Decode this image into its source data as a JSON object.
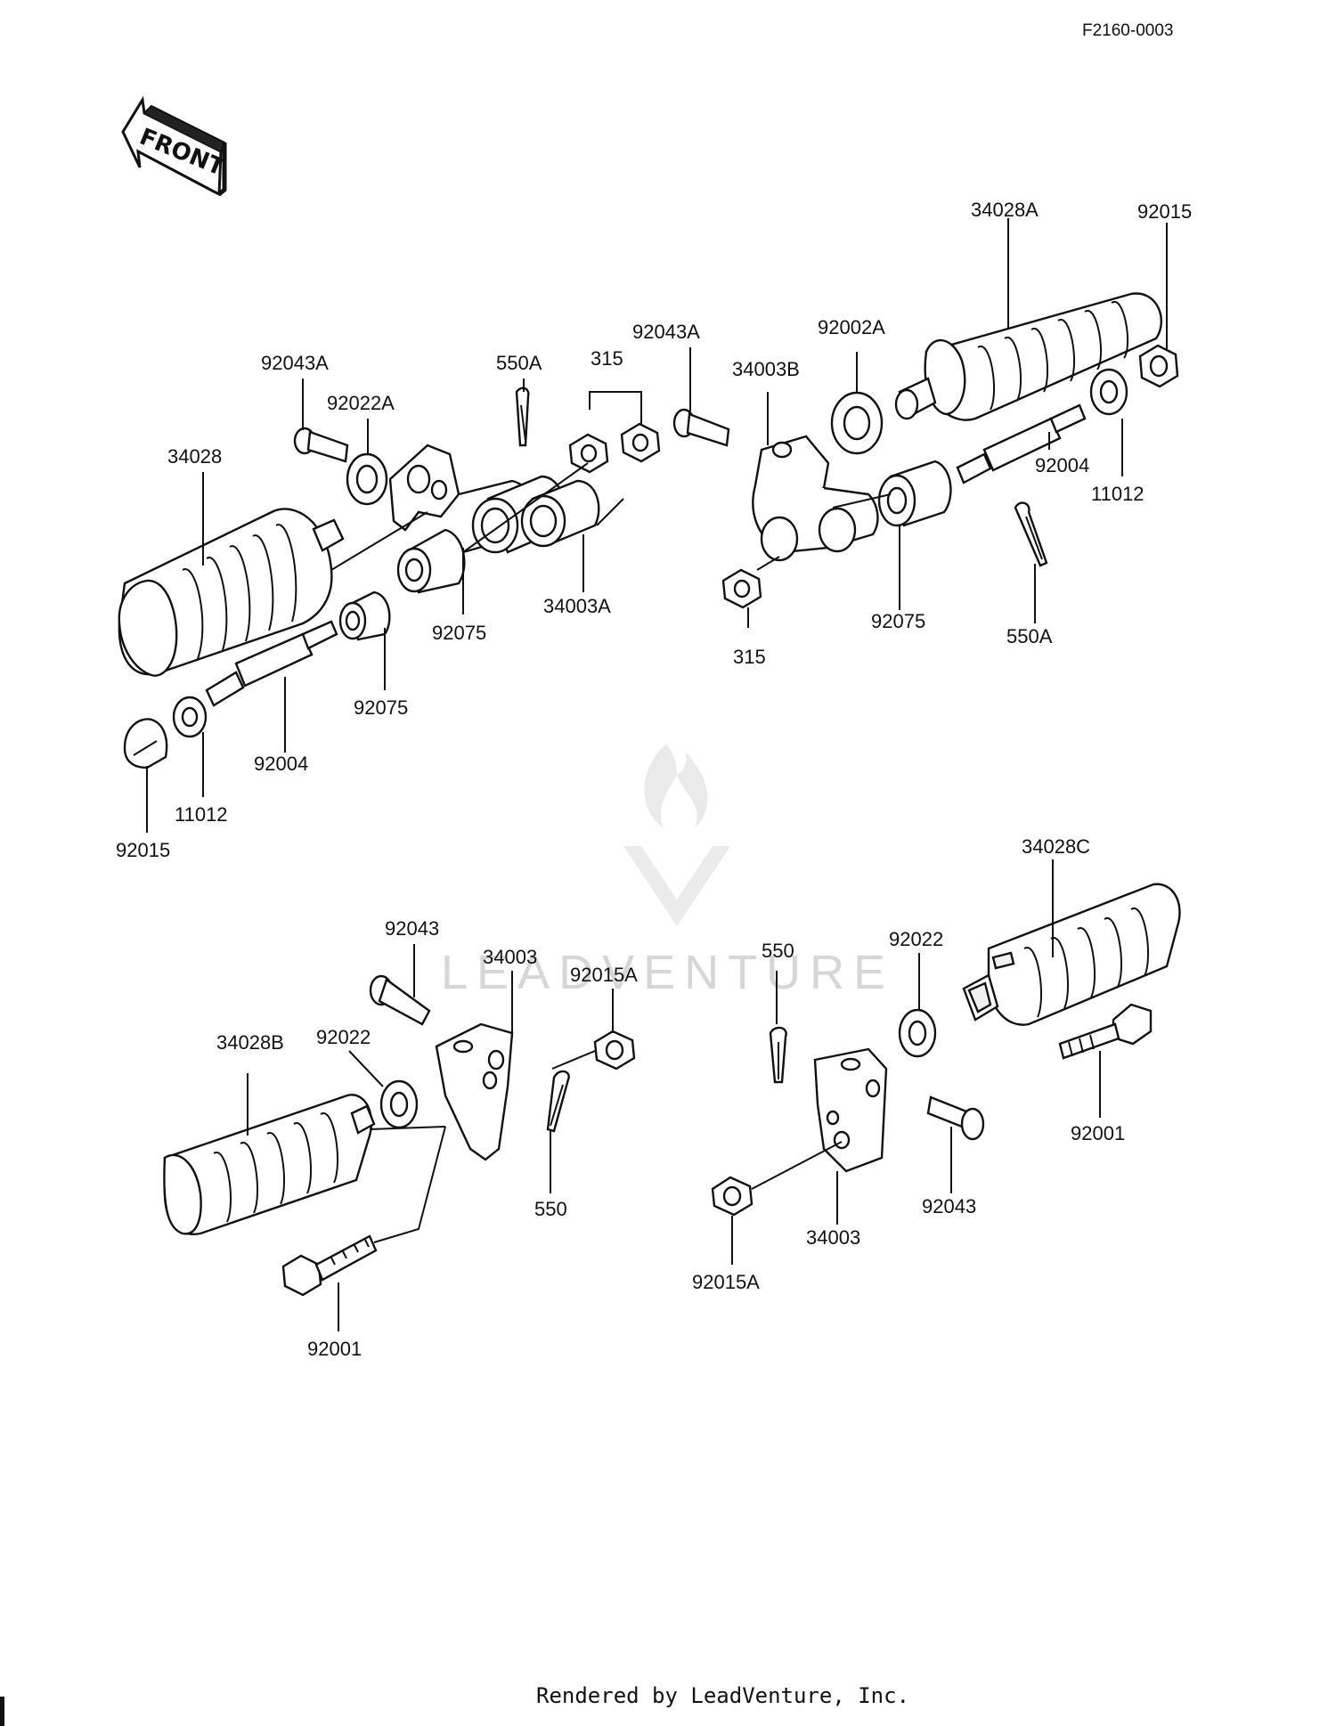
{
  "diagram_code": "F2160-0003",
  "front_label": "FRONT",
  "watermark": "LEADVENTURE",
  "footer": "Rendered by LeadVenture, Inc.",
  "labels": {
    "l34028A": "34028A",
    "l92015_top": "92015",
    "l92043A_r": "92043A",
    "l92002A": "92002A",
    "l315_top": "315",
    "l550A_top": "550A",
    "l34003B": "34003B",
    "l92043A_l": "92043A",
    "l92022A": "92022A",
    "l34028": "34028",
    "l92004_r": "92004",
    "l11012_r": "11012",
    "l92075_c": "92075",
    "l34003A": "34003A",
    "l315_bot": "315",
    "l92075_r": "92075",
    "l550A_r": "550A",
    "l92075_l": "92075",
    "l92004_l": "92004",
    "l11012_l": "11012",
    "l92015_l": "92015",
    "l34028C": "34028C",
    "l92043_l": "92043",
    "l34003_l": "34003",
    "l92015A_l": "92015A",
    "l550_r": "550",
    "l92022_r": "92022",
    "l34028B": "34028B",
    "l92022_l": "92022",
    "l92001_r": "92001",
    "l550_l": "550",
    "l92043_r": "92043",
    "l34003_r": "34003",
    "l92015A_r": "92015A",
    "l92001_l": "92001"
  }
}
